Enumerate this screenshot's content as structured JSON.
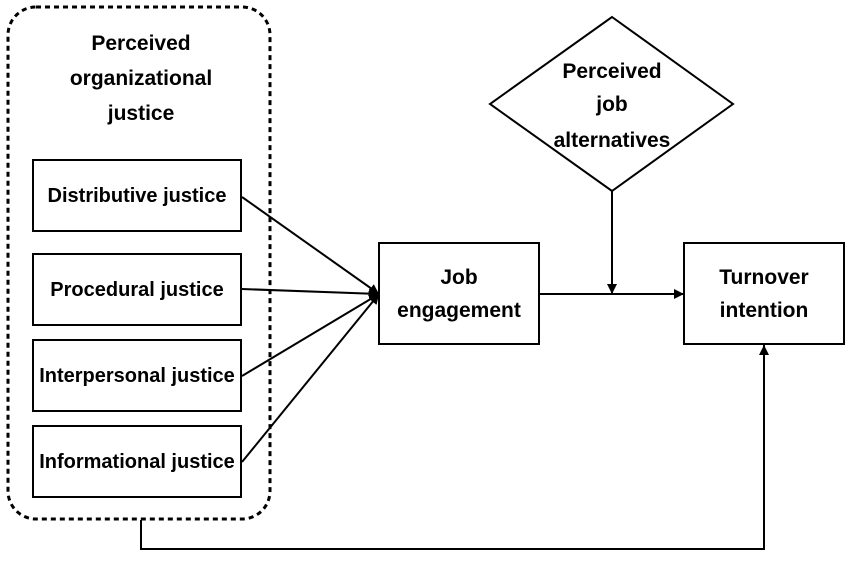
{
  "group": {
    "title_lines": [
      "Perceived",
      "organizational",
      "justice"
    ]
  },
  "dimensions": [
    "Distributive justice",
    "Procedural justice",
    "Interpersonal justice",
    "Informational justice"
  ],
  "mediator": {
    "lines": [
      "Job",
      "engagement"
    ]
  },
  "outcome": {
    "lines": [
      "Turnover",
      "intention"
    ]
  },
  "moderator": {
    "lines": [
      "Perceived",
      "job",
      "alternatives"
    ]
  },
  "colors": {
    "stroke": "#000000",
    "background": "#ffffff"
  }
}
